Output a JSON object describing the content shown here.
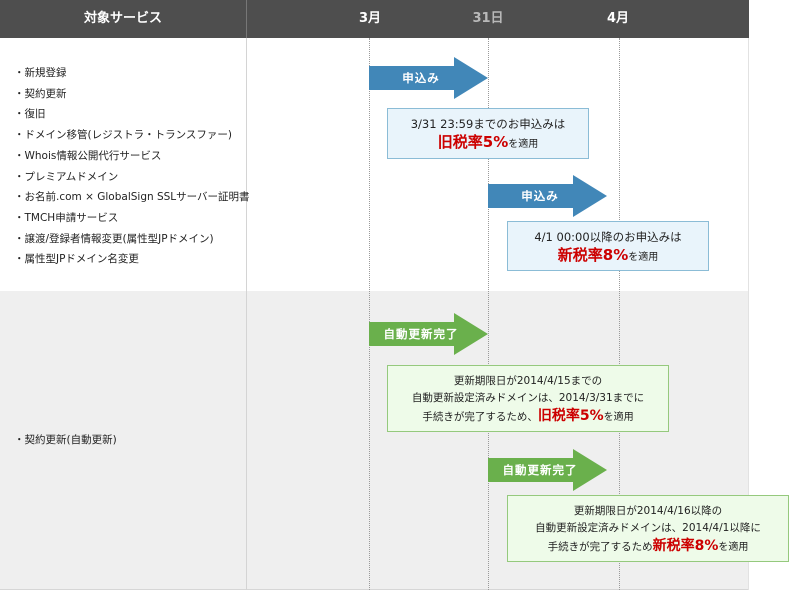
{
  "header": {
    "service_label": "対象サービス",
    "col_march": "3月",
    "col_31": "31日",
    "col_april": "4月"
  },
  "section1": {
    "services": [
      "・新規登録",
      "・契約更新",
      "・復旧",
      "・ドメイン移管(レジストラ・トランスファー)",
      "・Whois情報公開代行サービス",
      "・プレミアムドメイン",
      "・お名前.com × GlobalSign SSLサーバー証明書",
      "・TMCH申請サービス",
      "・譲渡/登録者情報変更(属性型JPドメイン)",
      "・属性型JPドメイン名変更"
    ],
    "arrow1_label": "申込み",
    "arrow2_label": "申込み",
    "box1": {
      "line1": "3/31 23:59までのお申込みは",
      "rate": "旧税率5%",
      "suffix": "を適用"
    },
    "box2": {
      "line1": "4/1 00:00以降のお申込みは",
      "rate": "新税率8%",
      "suffix": "を適用"
    }
  },
  "section2": {
    "service": "・契約更新(自動更新)",
    "arrow1_label": "自動更新完了",
    "arrow2_label": "自動更新完了",
    "box1": {
      "line1": "更新期限日が2014/4/15までの",
      "line2": "自動更新設定済みドメインは、2014/3/31までに",
      "line3_pre": "手続きが完了するため、",
      "rate": "旧税率5%",
      "suffix": "を適用"
    },
    "box2": {
      "line1": "更新期限日が2014/4/16以降の",
      "line2": "自動更新設定済みドメインは、2014/4/1以降に",
      "line3_pre": "手続きが完了するため",
      "rate": "新税率8%",
      "suffix": "を適用"
    }
  },
  "colors": {
    "header_bg": "#4e4e4e",
    "arrow_blue": "#4187b8",
    "arrow_green": "#6ab04c",
    "rate_red": "#cc0000"
  }
}
